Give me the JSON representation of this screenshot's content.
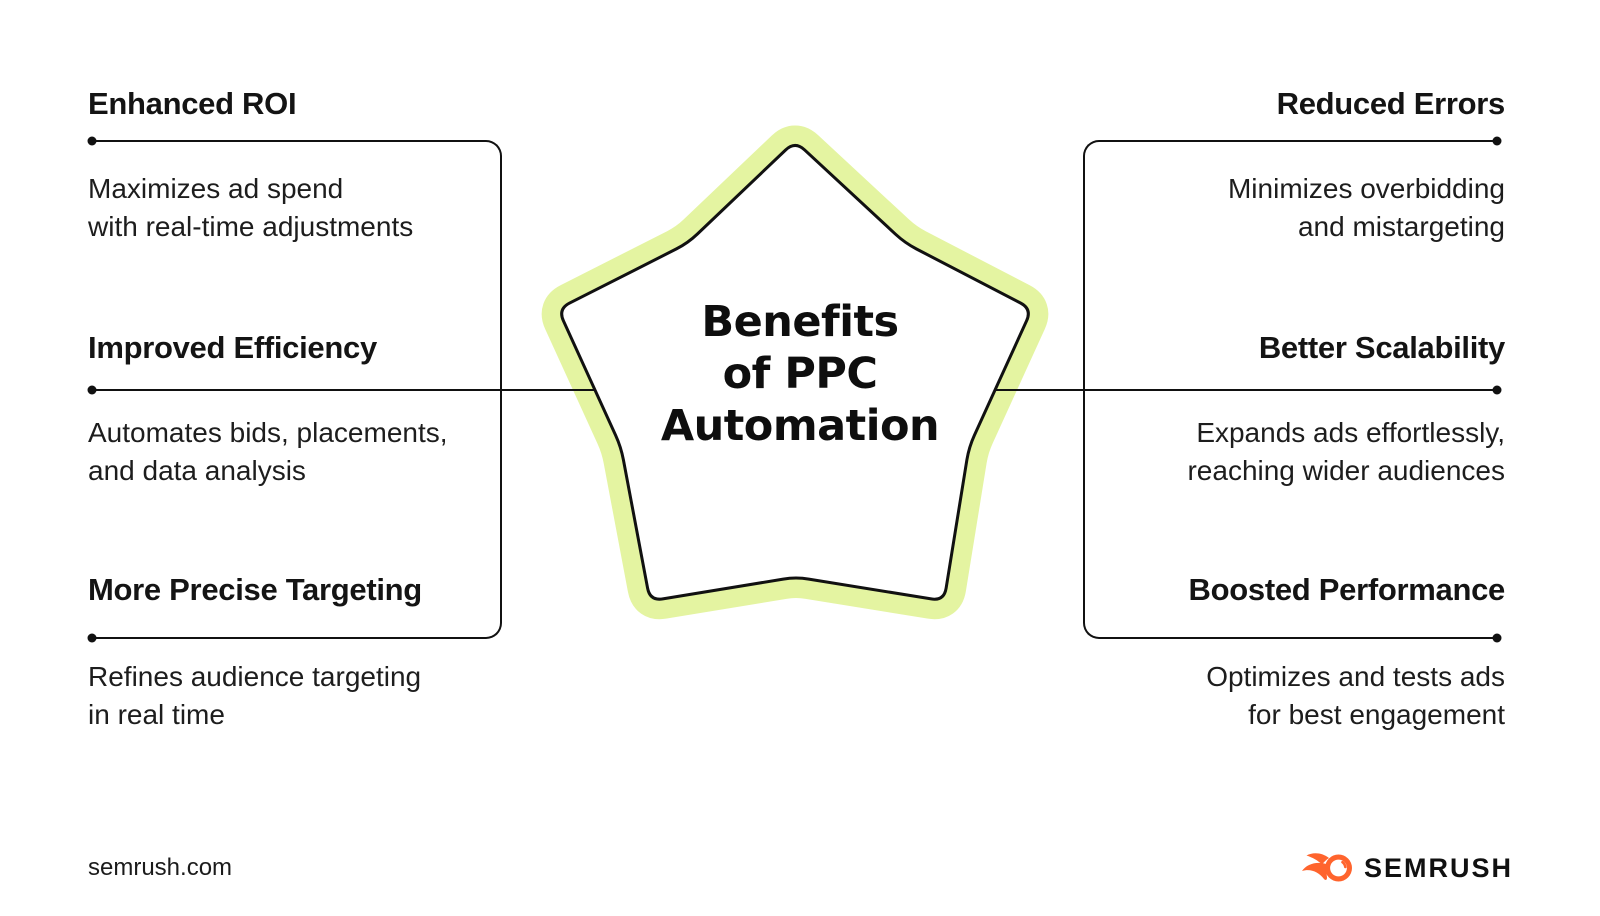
{
  "star": {
    "title_lines": [
      "Benefits",
      "of PPC",
      "Automation"
    ]
  },
  "benefits": {
    "left": [
      {
        "heading": "Enhanced ROI",
        "lines": [
          "Maximizes ad spend",
          "with real-time adjustments"
        ]
      },
      {
        "heading": "Improved Efficiency",
        "lines": [
          "Automates bids, placements,",
          "and data analysis"
        ]
      },
      {
        "heading": "More Precise Targeting",
        "lines": [
          "Refines audience targeting",
          "in real time"
        ]
      }
    ],
    "right": [
      {
        "heading": "Reduced Errors",
        "lines": [
          "Minimizes overbidding",
          "and mistargeting"
        ]
      },
      {
        "heading": "Better Scalability",
        "lines": [
          "Expands ads effortlessly,",
          "reaching wider audiences"
        ]
      },
      {
        "heading": "Boosted Performance",
        "lines": [
          "Optimizes and tests ads",
          "for best engagement"
        ]
      }
    ]
  },
  "footer": {
    "website": "semrush.com",
    "brand_wordmark": "SEMRUSH"
  },
  "colors": {
    "background": "#FFFFFF",
    "ink": "#141414",
    "line_black": "#111111",
    "glow_green": "#E4F4A1",
    "brand_orange": "#FF642D"
  },
  "icons": {
    "flame": "semrush-flame-icon"
  }
}
